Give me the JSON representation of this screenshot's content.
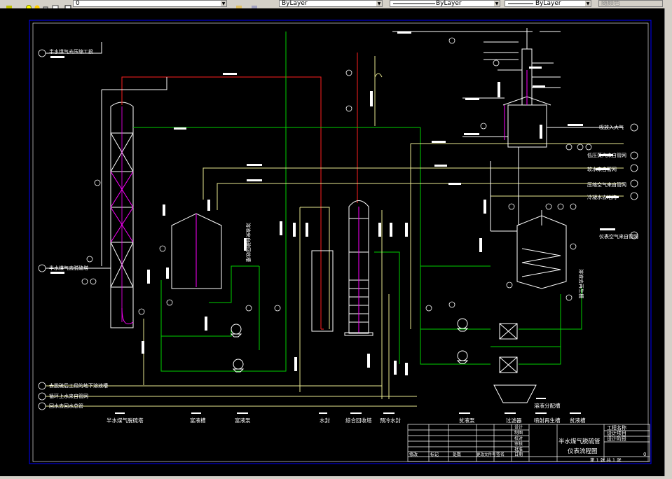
{
  "toolbar": {
    "layer_value": "0",
    "color_value": "ByLayer",
    "linetype_value": "ByLayer",
    "lineweight_value": "ByLayer",
    "plotstyle_value": "随颜色"
  },
  "drawing": {
    "left_labels": [
      "半水煤气去压缩工段",
      "半水煤气去脱硫塔",
      "去脱硫后工段的地下溶液槽",
      "循环上水来自管网",
      "回水去回水总管"
    ],
    "right_labels": [
      "吸放入大气",
      "低压蒸汽来自管网",
      "软水来自管网",
      "压缩空气来自管网",
      "冷凝水去地沟",
      "仪表空气来自管网"
    ],
    "vertical_labels": [
      "溶液来自硫回收槽",
      "溶液去再生槽"
    ],
    "equipment_labels": [
      "半水煤气脱硫塔",
      "富液槽",
      "富液泵",
      "水封",
      "综合回收塔",
      "预冷水封",
      "贫液泵",
      "过滤器",
      "喷射再生槽",
      "贫液槽",
      "溶液分配槽"
    ],
    "title_block": {
      "title_line1": "半水煤气脱硫管",
      "title_line2": "仪表流程图",
      "project_label": "工程名称",
      "design_label": "设计项目",
      "stage_label": "设计阶段",
      "sheet_info": "第 1 张 共 1 张",
      "drawing_no": "0",
      "rev_labels": [
        "修改",
        "标记",
        "处数",
        "更改文件号",
        "签名",
        "日期"
      ],
      "role_labels": [
        "设计",
        "制图",
        "校对",
        "审核",
        "批准"
      ]
    }
  }
}
